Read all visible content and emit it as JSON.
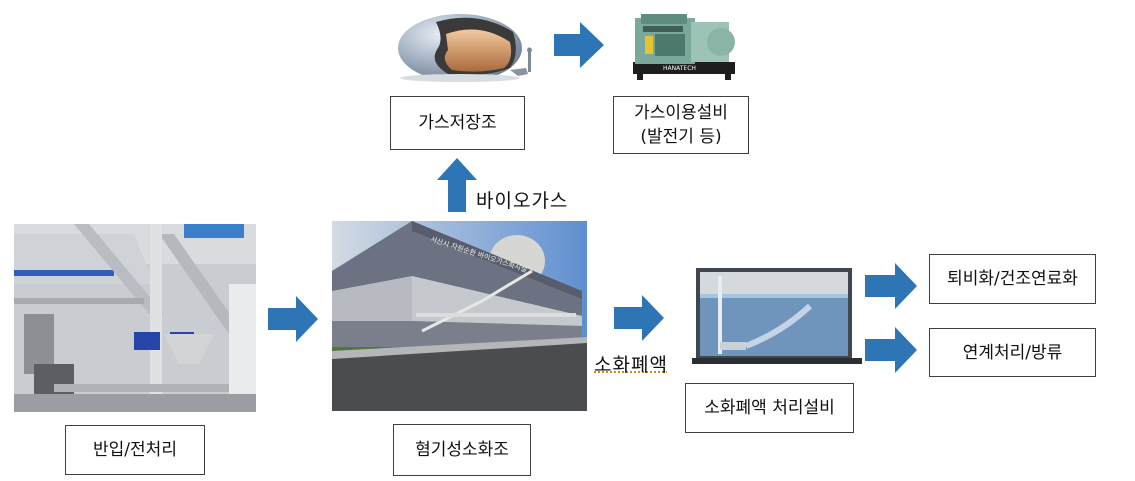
{
  "diagram": {
    "title": "",
    "accent_color": "#2E75B6",
    "nodes": [
      {
        "id": "intake",
        "label": "반입/전처리",
        "image": "intake-pretreatment-photo"
      },
      {
        "id": "digester",
        "label": "혐기성소화조",
        "image": "anaerobic-digester-building-photo"
      },
      {
        "id": "gas_storage",
        "label": "가스저장조",
        "image": "gas-holder-dome-illustration"
      },
      {
        "id": "gas_use",
        "label_line1": "가스이용설비",
        "label_line2": "(발전기 등)",
        "image": "generator-photo"
      },
      {
        "id": "digestate_treatment",
        "label": "소화폐액 처리설비",
        "image": "digestate-tank-illustration"
      },
      {
        "id": "compost",
        "label": "퇴비화/건조연료화"
      },
      {
        "id": "discharge",
        "label": "연계처리/방류"
      }
    ],
    "edges": [
      {
        "from": "intake",
        "to": "digester",
        "label": ""
      },
      {
        "from": "digester",
        "to": "gas_storage",
        "label": "바이오가스"
      },
      {
        "from": "gas_storage",
        "to": "gas_use",
        "label": ""
      },
      {
        "from": "digester",
        "to": "digestate_treatment",
        "label": "소화폐액"
      },
      {
        "from": "digestate_treatment",
        "to": "compost",
        "label": ""
      },
      {
        "from": "digestate_treatment",
        "to": "discharge",
        "label": ""
      }
    ],
    "edge_labels": {
      "biogas": "바이오가스",
      "digestate": "소화폐액"
    },
    "image_texts": {
      "generator_brand": "HANATECH"
    }
  }
}
